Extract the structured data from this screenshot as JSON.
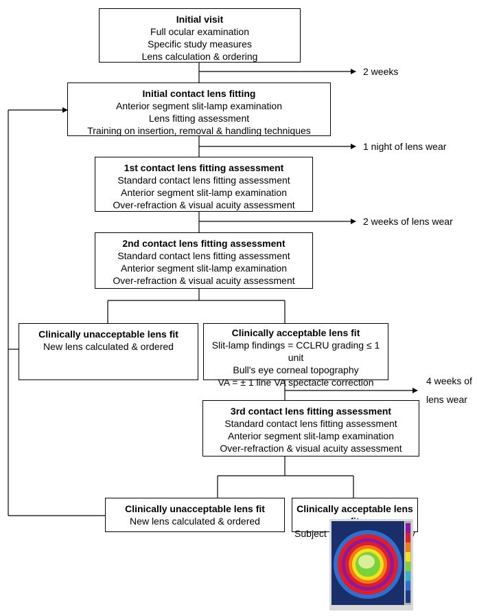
{
  "boxes": {
    "initial_visit": {
      "title": "Initial visit",
      "lines": [
        "Full ocular examination",
        "Specific study measures",
        "Lens calculation & ordering"
      ]
    },
    "initial_fitting": {
      "title": "Initial contact lens fitting",
      "lines": [
        "Anterior segment slit-lamp examination",
        "Lens fitting assessment",
        "Training on insertion, removal & handling techniques"
      ]
    },
    "first_assessment": {
      "title": "1st contact lens fitting assessment",
      "lines": [
        "Standard contact lens fitting assessment",
        "Anterior segment slit-lamp examination",
        "Over-refraction & visual acuity assessment"
      ]
    },
    "second_assessment": {
      "title": "2nd contact lens fitting assessment",
      "lines": [
        "Standard contact lens fitting assessment",
        "Anterior segment slit-lamp examination",
        "Over-refraction & visual acuity assessment"
      ]
    },
    "unacceptable_1": {
      "title": "Clinically unacceptable lens fit",
      "lines": [
        "New lens calculated & ordered"
      ]
    },
    "acceptable_1": {
      "title": "Clinically acceptable lens fit",
      "lines": [
        "Slit-lamp findings = CCLRU grading ≤ 1 unit",
        "Bull's eye corneal topography",
        "VA = ± 1 line VA spectacle correction"
      ]
    },
    "third_assessment": {
      "title": "3rd contact lens fitting assessment",
      "lines": [
        "Standard contact lens fitting assessment",
        "Anterior segment slit-lamp examination",
        "Over-refraction & visual acuity assessment"
      ]
    },
    "unacceptable_2": {
      "title": "Clinically unacceptable lens fit",
      "lines": [
        "New lens calculated & ordered"
      ]
    },
    "acceptable_2": {
      "title": "Clinically acceptable lens fit",
      "lines": [
        "Subject enrolled in the study"
      ]
    }
  },
  "intervals": {
    "after_initial_visit": "2 weeks",
    "after_initial_fitting": "1 night of lens wear",
    "after_first_assessment": "2 weeks of lens wear",
    "after_acceptable_fit": [
      "4 weeks of",
      "lens wear"
    ]
  },
  "topography_colors": [
    "#1a3a8a",
    "#2f6fd0",
    "#e01e2a",
    "#8c1aa0",
    "#f07a1a",
    "#f2e21a",
    "#7ad23a",
    "#d8ee9a"
  ]
}
